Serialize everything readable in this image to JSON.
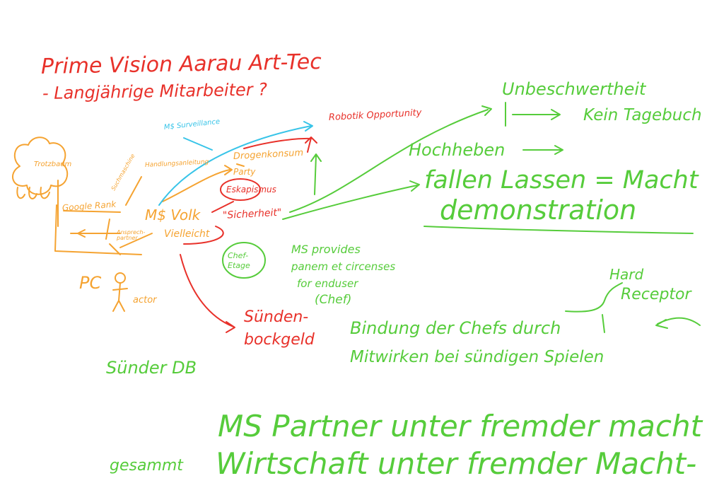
{
  "colors": {
    "red": "#e8312a",
    "orange": "#f5a331",
    "green": "#56cc3b",
    "cyan": "#38c4e8",
    "background": "#ffffff"
  },
  "header": {
    "title_line1": "Prime Vision Aarau Art-Tec",
    "title_line2": "- Langjährige Mitarbeiter ?"
  },
  "left_cluster": {
    "tree_icon": "tree-sketch-icon",
    "tree_label": "Trotzbaum",
    "tree_annotation": "Handlungsanleitung",
    "google_rank": "Google Rank",
    "small_note_1": "Suchmaschine",
    "small_note_2": "Ansprech-partner",
    "pc_label": "PC",
    "actor_icon": "stick-figure-icon",
    "actor_label": "actor"
  },
  "center": {
    "ms_surveillance": "M$ Surveillance",
    "ms_volk": "M$ Volk",
    "vielleicht": "Vielleicht",
    "drogen": "Drogenkonsum",
    "party": "Party",
    "eskapismus": "Eskapismus",
    "sicherheit": "\"Sicherheit\"",
    "robotik": "Robotik Opportunity",
    "chef_etage": "Chef-Etage",
    "ms_provides_1": "MS provides",
    "ms_provides_2": "panem et circenses",
    "ms_provides_3": "for enduser",
    "ms_provides_4": "(Chef)",
    "suendenbock": "Sünden-",
    "suendenbock_2": "bockgeld",
    "suender_db": "Sünder DB"
  },
  "right": {
    "unbeschwertheit": "Unbeschwertheit",
    "kein_tagebuch": "Kein Tagebuch",
    "hochheben": "Hochheben",
    "fallen_lassen": "fallen Lassen = Macht",
    "demonstration": "demonstration",
    "hard_receptor_1": "Hard",
    "hard_receptor_2": "Receptor",
    "bindung_1": "Bindung der Chefs durch",
    "bindung_2": "Mitwirken bei sündigen Spielen"
  },
  "footer": {
    "line1": "MS Partner unter fremder macht",
    "prefix2": "gesammt",
    "line2": "Wirtschaft unter fremder Macht-"
  }
}
